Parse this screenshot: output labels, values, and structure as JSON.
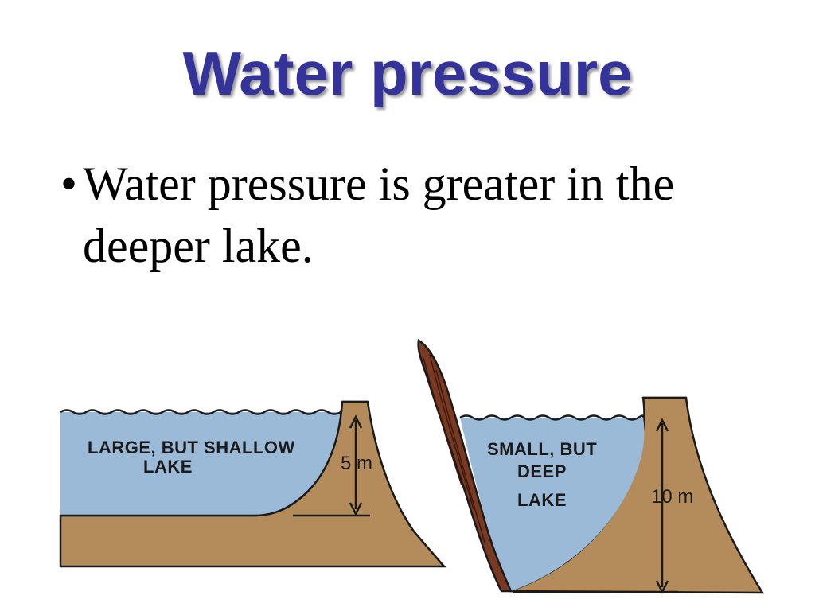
{
  "slide": {
    "title": "Water pressure",
    "bullet": "Water pressure is greater in the deeper lake."
  },
  "diagram": {
    "shallow_lake": {
      "label_line1": "LARGE, BUT SHALLOW",
      "label_line2": "LAKE",
      "depth_label": "5 m"
    },
    "deep_lake": {
      "label_line1": "SMALL, BUT",
      "label_line2": "DEEP",
      "label_line3": "LAKE",
      "depth_label": "10 m"
    }
  },
  "colors": {
    "title": "#333399",
    "water": "#9bbad8",
    "ground": "#b48c5c",
    "rock": "#7a3a22"
  }
}
